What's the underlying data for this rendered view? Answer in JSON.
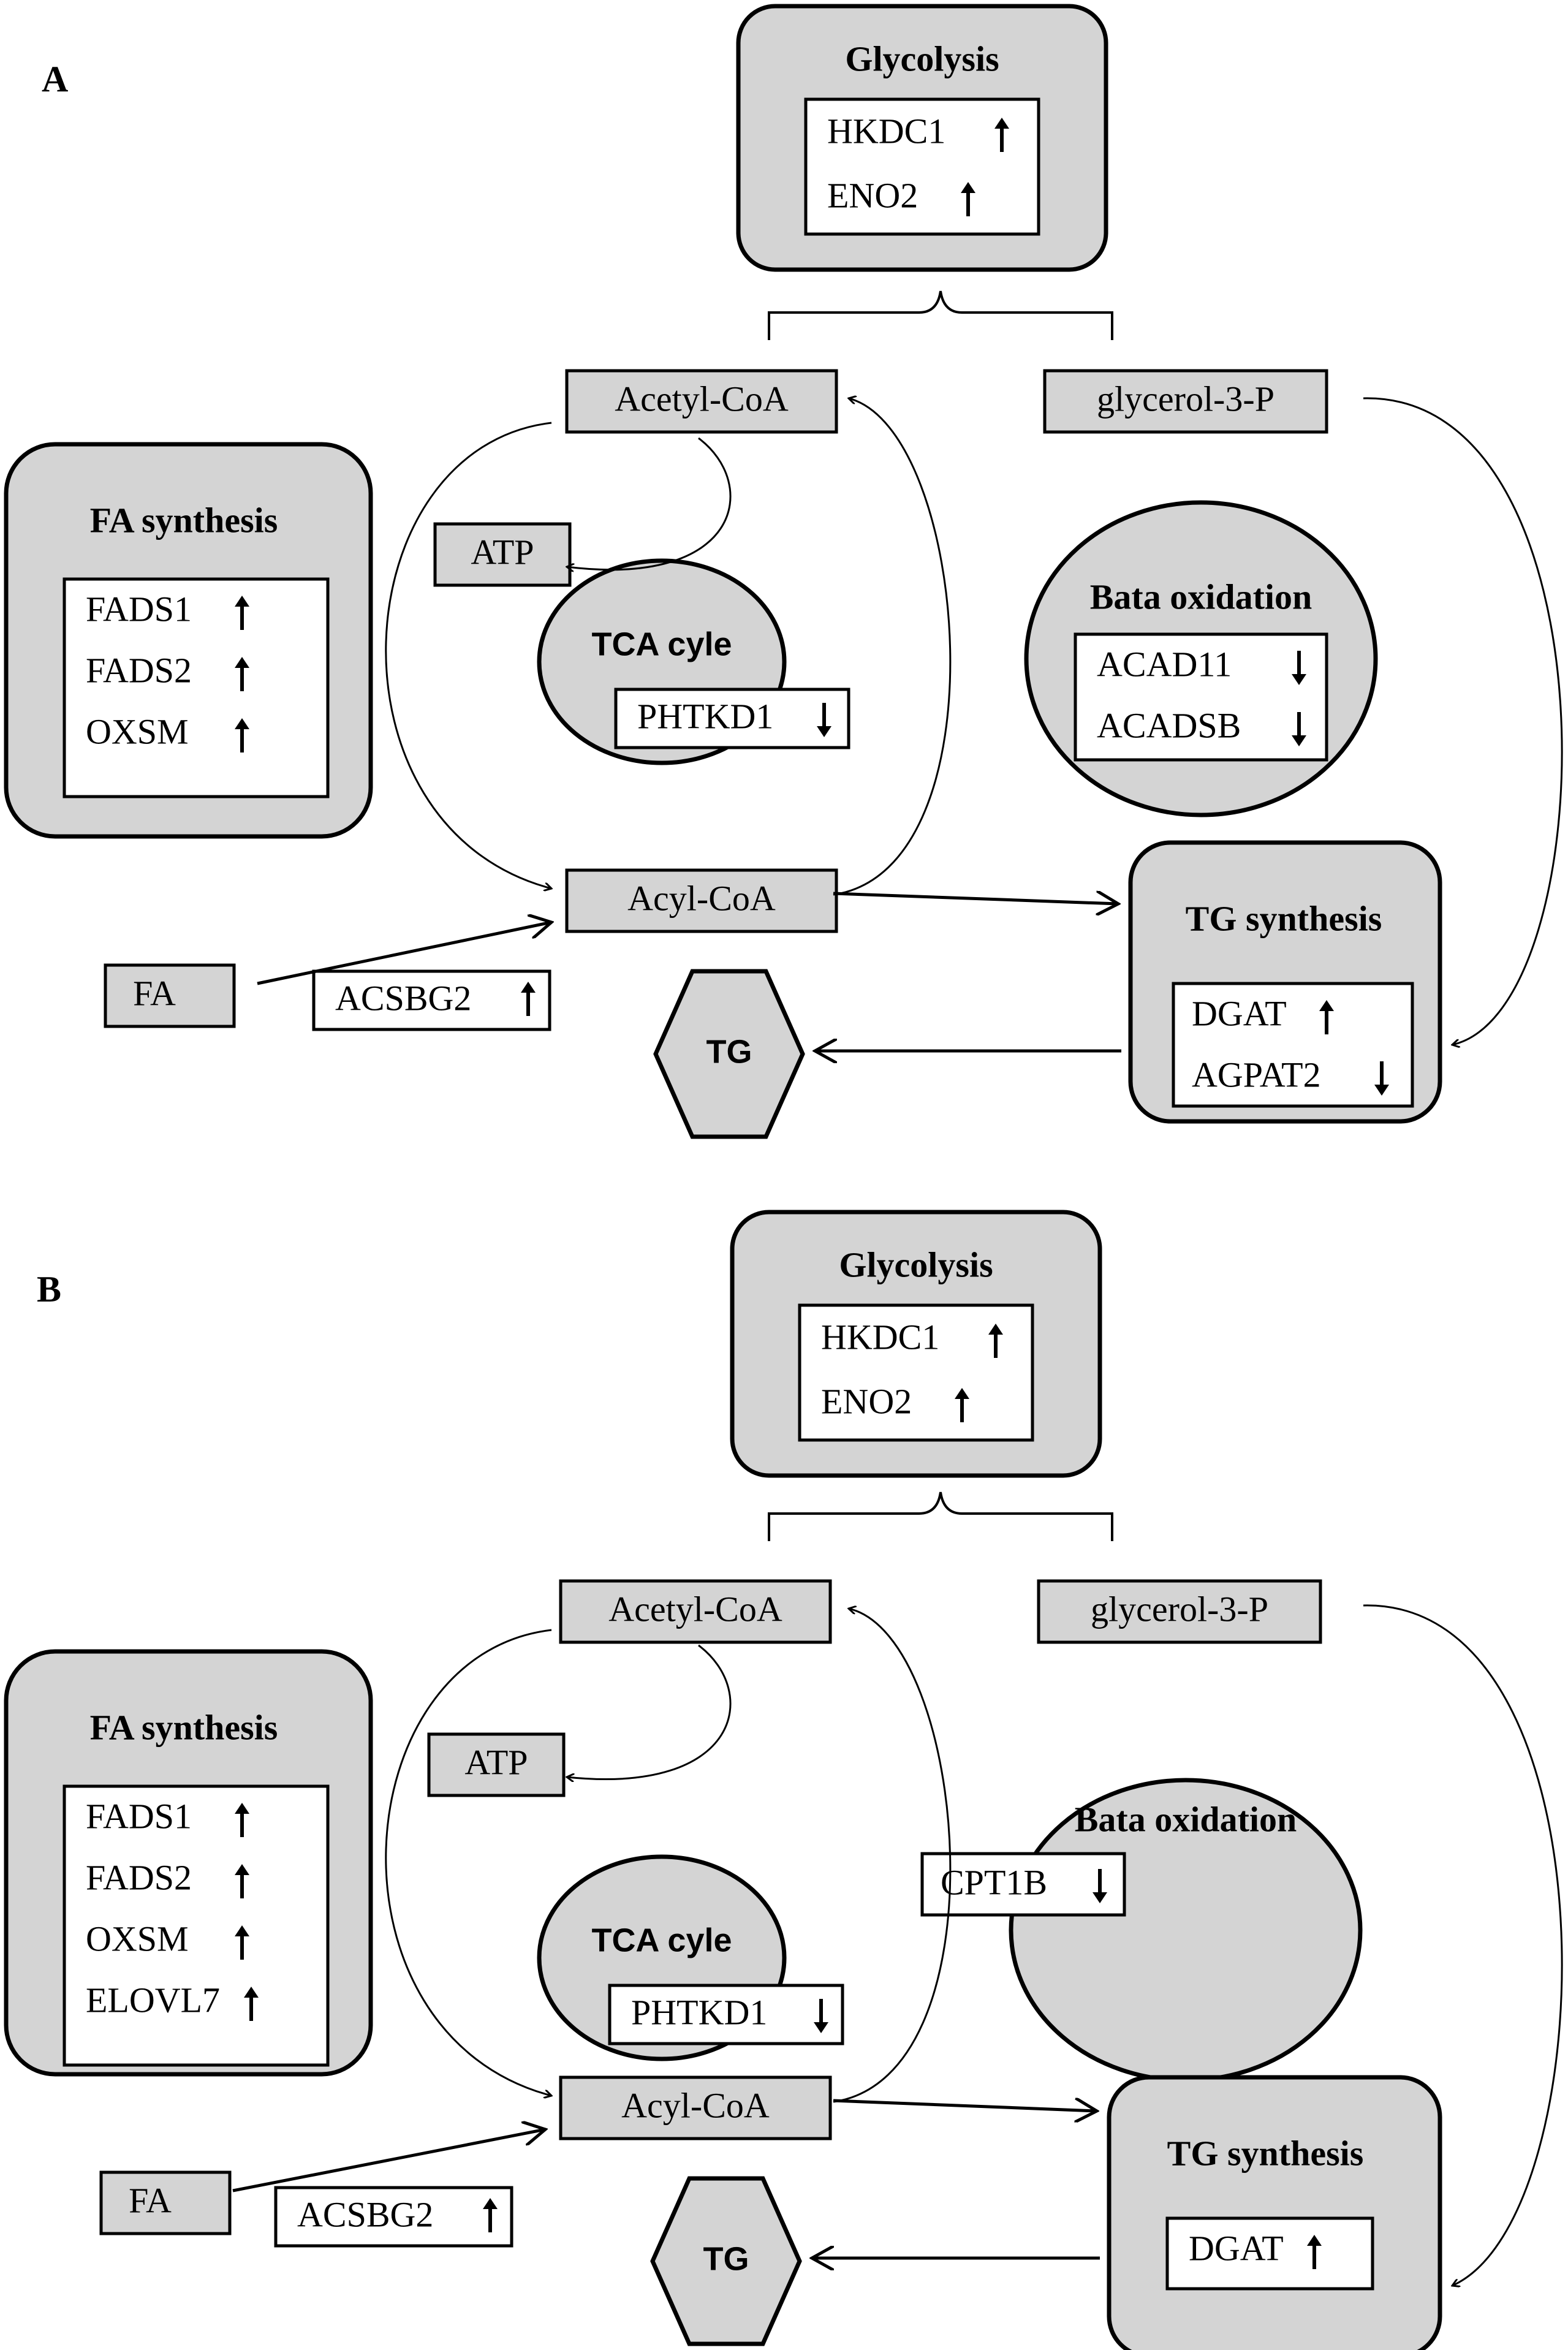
{
  "panels": [
    {
      "label": "A",
      "glycolysis": {
        "title": "Glycolysis",
        "genes": [
          {
            "name": "HKDC1",
            "dir": "up"
          },
          {
            "name": "ENO2",
            "dir": "up"
          }
        ]
      },
      "metabolites": {
        "acetyl_coa": "Acetyl-CoA",
        "glycerol": "glycerol-3-P",
        "atp": "ATP",
        "acyl_coa": "Acyl-CoA",
        "fa": "FA",
        "tg": "TG"
      },
      "fa_synthesis": {
        "title": "FA synthesis",
        "genes": [
          {
            "name": "FADS1",
            "dir": "up"
          },
          {
            "name": "FADS2",
            "dir": "up"
          },
          {
            "name": "OXSM",
            "dir": "up"
          }
        ]
      },
      "tca": {
        "title": "TCA cyle",
        "genes": [
          {
            "name": "PHTKD1",
            "dir": "down"
          }
        ]
      },
      "beta_oxidation": {
        "title": "Bata oxidation",
        "genes": [
          {
            "name": "ACAD11",
            "dir": "down"
          },
          {
            "name": "ACADSB",
            "dir": "down"
          }
        ]
      },
      "tg_synthesis": {
        "title": "TG synthesis",
        "genes": [
          {
            "name": "DGAT",
            "dir": "up"
          },
          {
            "name": "AGPAT2",
            "dir": "down"
          }
        ]
      },
      "acsbg2": {
        "name": "ACSBG2",
        "dir": "up"
      }
    },
    {
      "label": "B",
      "glycolysis": {
        "title": "Glycolysis",
        "genes": [
          {
            "name": "HKDC1",
            "dir": "up"
          },
          {
            "name": "ENO2",
            "dir": "up"
          }
        ]
      },
      "metabolites": {
        "acetyl_coa": "Acetyl-CoA",
        "glycerol": "glycerol-3-P",
        "atp": "ATP",
        "acyl_coa": "Acyl-CoA",
        "fa": "FA",
        "tg": "TG"
      },
      "fa_synthesis": {
        "title": "FA synthesis",
        "genes": [
          {
            "name": "FADS1",
            "dir": "up"
          },
          {
            "name": "FADS2",
            "dir": "up"
          },
          {
            "name": "OXSM",
            "dir": "up"
          },
          {
            "name": "ELOVL7",
            "dir": "up"
          }
        ]
      },
      "tca": {
        "title": "TCA cyle",
        "genes": [
          {
            "name": "PHTKD1",
            "dir": "down"
          }
        ]
      },
      "beta_oxidation": {
        "title": "Bata oxidation",
        "genes": [
          {
            "name": "CPT1B",
            "dir": "down"
          }
        ]
      },
      "tg_synthesis": {
        "title": "TG synthesis",
        "genes": [
          {
            "name": "DGAT",
            "dir": "up"
          }
        ]
      },
      "acsbg2": {
        "name": "ACSBG2",
        "dir": "up"
      }
    }
  ],
  "colors": {
    "fill": "#d4d4d4",
    "stroke": "#000000",
    "white": "#ffffff"
  }
}
